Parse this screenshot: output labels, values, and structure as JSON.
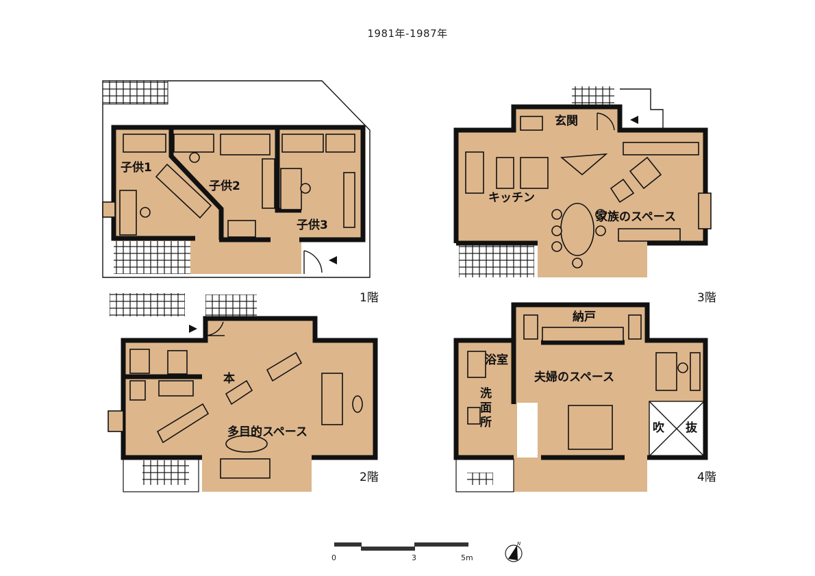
{
  "title": "1981年-1987年",
  "plans": {
    "floor1": {
      "label": "1階",
      "rooms": [
        "子供1",
        "子供2",
        "子供3"
      ]
    },
    "floor3": {
      "label": "3階",
      "rooms": [
        "玄関",
        "キッチン",
        "家族のスペース"
      ]
    },
    "floor2": {
      "label": "2階",
      "rooms": [
        "本",
        "多目的スペース"
      ]
    },
    "floor4": {
      "label": "4階",
      "rooms": [
        "納戸",
        "浴室",
        "洗面所",
        "夫婦のスペース",
        "吹",
        "抜"
      ]
    }
  },
  "scale_bar": {
    "ticks": [
      "0",
      "3",
      "5m"
    ]
  },
  "north_arrow": {
    "letter": "N"
  },
  "colors": {
    "room_fill": "#ddb68c",
    "wall": "#111111"
  }
}
